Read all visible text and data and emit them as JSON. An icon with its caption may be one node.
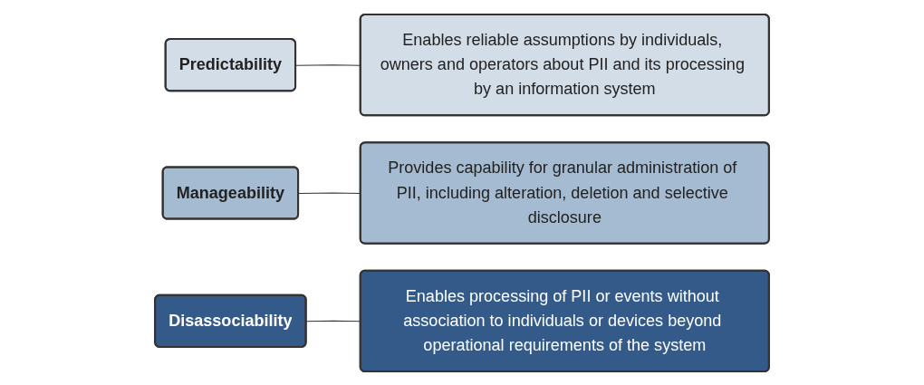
{
  "diagram": {
    "nodes": [
      {
        "text": [
          "Predictability"
        ]
      },
      {
        "text": [
          "Enables reliable assumptions by individuals, owners and operators about PII and its processing by an information system"
        ]
      },
      {
        "text": [
          "Manageability"
        ]
      },
      {
        "text": [
          "Provides capability for granular administration of PII, including alteration, deletion and selective disclosure"
        ]
      },
      {
        "text": [
          "Disassociability"
        ]
      },
      {
        "text": [
          "Enables processing of PII or events without association to individuals or devices beyond operational requirements of the system"
        ]
      }
    ],
    "edges": [
      {
        "from": 0,
        "to": 1,
        "arrow": "none"
      },
      {
        "from": 2,
        "to": 3,
        "arrow": "none"
      },
      {
        "from": 4,
        "to": 5,
        "arrow": "none"
      }
    ]
  }
}
